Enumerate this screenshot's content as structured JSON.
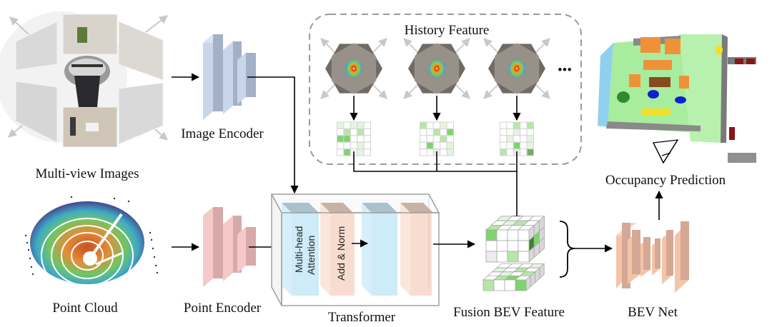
{
  "labels": {
    "multiview_images": "Multi-view Images",
    "image_encoder": "Image Encoder",
    "history_feature": "History Feature",
    "ellipsis": "•••",
    "occupancy_prediction": "Occupancy Prediction",
    "point_cloud": "Point Cloud",
    "point_encoder": "Point Encoder",
    "transformer": "Transformer",
    "multi_head_line1": "Multi-head",
    "multi_head_line2": "Attention",
    "add_norm": "Add & Norm",
    "fusion_bev_feature": "Fusion BEV Feature",
    "bev_net": "BEV Net"
  },
  "colors": {
    "image_encoder": "#c9d6ea",
    "image_encoder_side": "#a3b1c7",
    "point_encoder": "#f6c9c9",
    "point_encoder_side": "#d8a9a9",
    "attention_block": "#cdebf8",
    "attention_top": "#a9c2cc",
    "norm_block": "#f8dcd0",
    "norm_top": "#c9b1a6",
    "bev_net": "#f4c4a8",
    "bev_net_side": "#d4a894",
    "grid_green_light": "#e3f5dd",
    "grid_green_mid": "#b6e6a8",
    "grid_green_strong": "#7fd46d",
    "grid_green_dark": "#3f7f2e",
    "floor_green": "#a8ec9d",
    "wall_gray": "#808080",
    "furniture_orange": "#f0913a",
    "chair_blue": "#1020d0",
    "sofa_yellow": "#f0e02a",
    "plant_green": "#2f8a2a",
    "dark_red": "#8a1515"
  },
  "history_grids": [
    [
      [
        1,
        0,
        1,
        1,
        0
      ],
      [
        0,
        2,
        0,
        2,
        0
      ],
      [
        3,
        3,
        0,
        0,
        0
      ],
      [
        0,
        0,
        0,
        1,
        0
      ],
      [
        0,
        3,
        0,
        1,
        0
      ]
    ],
    [
      [
        2,
        0,
        0,
        1,
        0
      ],
      [
        0,
        0,
        2,
        0,
        3
      ],
      [
        0,
        0,
        0,
        2,
        0
      ],
      [
        0,
        3,
        0,
        0,
        1
      ],
      [
        0,
        0,
        4,
        0,
        1
      ]
    ],
    [
      [
        0,
        0,
        2,
        0,
        2
      ],
      [
        0,
        0,
        4,
        0,
        0
      ],
      [
        0,
        1,
        0,
        0,
        1
      ],
      [
        0,
        0,
        3,
        0,
        1
      ],
      [
        2,
        0,
        4,
        0,
        5
      ]
    ]
  ]
}
